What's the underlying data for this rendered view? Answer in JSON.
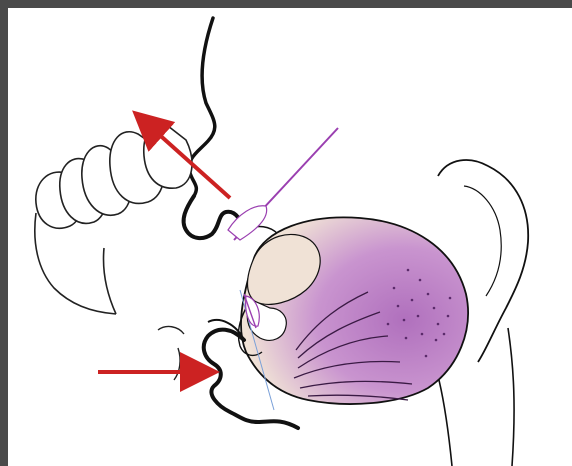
{
  "figure": {
    "colors": {
      "frame": "#4a4a4a",
      "background": "#ffffff",
      "outline": "#111111",
      "arrow": "#cc2222",
      "needle": "#9a3fb0",
      "tongue_fill": "#c890cf",
      "tongue_light": "#f0e2d6",
      "tongue_dots": "#5a2a6a"
    },
    "arrows": [
      {
        "id": "upper-arrow",
        "direction": "up-left"
      },
      {
        "id": "lower-arrow",
        "direction": "right"
      }
    ]
  }
}
